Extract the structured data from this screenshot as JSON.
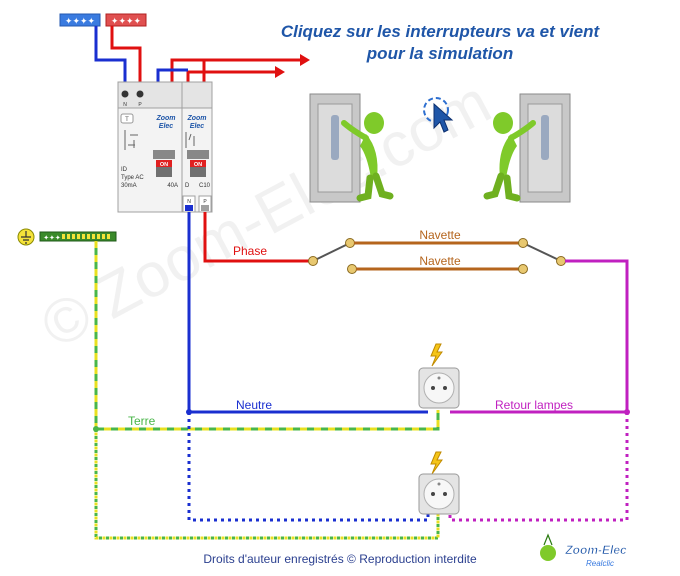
{
  "header": {
    "title_line1": "Cliquez sur les interrupteurs va et vient",
    "title_line2": "pour la simulation"
  },
  "breakers": {
    "rcd": {
      "brand_line1": "Zoom",
      "brand_line2": "Elec",
      "on_label": "ON",
      "terminal_n": "N",
      "terminal_p": "P",
      "test_label": "T",
      "spec_id": "ID",
      "spec_type": "Type AC",
      "spec_sensitivity": "30mA",
      "rating": "40A"
    },
    "mcb": {
      "brand_line1": "Zoom",
      "brand_line2": "Elec",
      "on_label": "ON",
      "curve": "D",
      "rating": "C10",
      "terminal_n": "N",
      "terminal_p": "P"
    }
  },
  "labels": {
    "phase": "Phase",
    "navette_top": "Navette",
    "navette_bottom": "Navette",
    "terre": "Terre",
    "neutre": "Neutre",
    "retour": "Retour lampes"
  },
  "footer": {
    "copyright": "Droits d'auteur enregistrés © Reproduction interdite"
  },
  "logo": {
    "name": "Zoom-Elec",
    "tagline": "Realclic"
  },
  "watermark": "© Zoom-Elec.com",
  "colors": {
    "phase": "#e01010",
    "neutral": "#1a2fd0",
    "earth_green": "#49b649",
    "earth_yellow": "#e8e020",
    "navette": "#b5651d",
    "return": "#c020c0",
    "title": "#1f56a8"
  },
  "icons": [
    "hand-pointer-icon",
    "lightning-icon",
    "earth-ground-icon"
  ]
}
